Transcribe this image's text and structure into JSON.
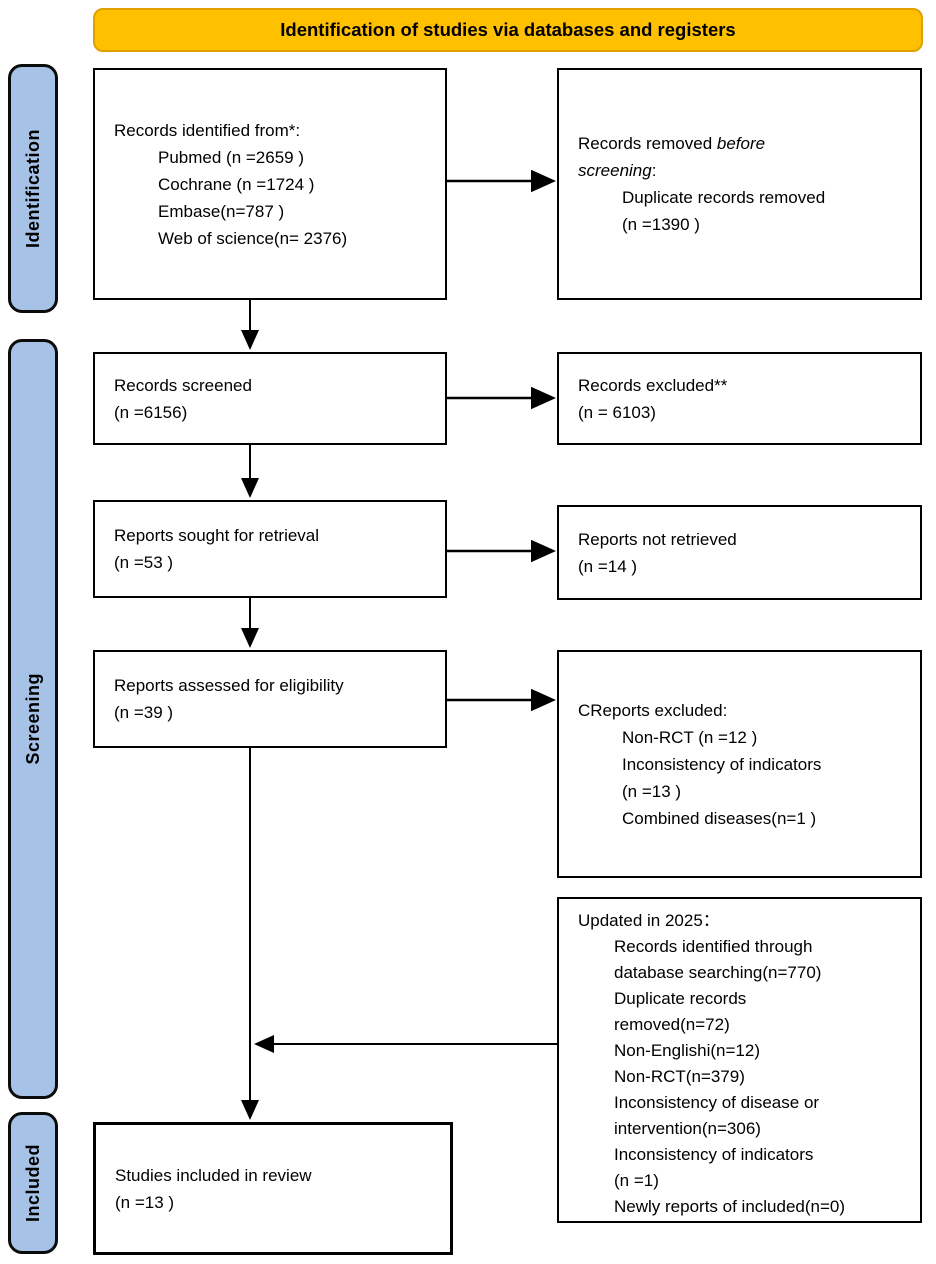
{
  "banner": {
    "title": "Identification of studies via databases and registers"
  },
  "colors": {
    "banner_fill": "#FFC000",
    "banner_border": "#DFA000",
    "stage_fill": "#A6C3E7",
    "box_border": "#000000",
    "arrow": "#000000"
  },
  "stages": {
    "identification": "Identification",
    "screening": "Screening",
    "included": "Included"
  },
  "boxes": {
    "identified": {
      "title": "Records identified from*:",
      "items": [
        "Pubmed (n =2659 )",
        "Cochrane (n =1724 )",
        "Embase(n=787 )",
        "Web of science(n= 2376)"
      ]
    },
    "removed": {
      "l1_normal": "Records removed ",
      "l1_italic": "before",
      "l2_italic": "screening",
      "l2_normal": ":",
      "items": [
        "Duplicate records removed",
        "(n =1390 )"
      ]
    },
    "screened": {
      "lines": [
        "Records screened",
        "(n =6156)"
      ]
    },
    "excluded": {
      "lines": [
        "Records excluded**",
        "(n = 6103)"
      ]
    },
    "sought": {
      "lines": [
        "Reports sought for retrieval",
        "(n =53 )"
      ]
    },
    "not_retrieved": {
      "lines": [
        "Reports not retrieved",
        "(n =14 )"
      ]
    },
    "assessed": {
      "lines": [
        "Reports assessed for eligibility",
        "(n =39 )"
      ]
    },
    "reports_excluded": {
      "title": "CReports excluded:",
      "items": [
        "Non-RCT (n =12 )",
        "Inconsistency of indicators",
        "(n =13 )",
        "Combined diseases(n=1 )"
      ]
    },
    "updated": {
      "title": "Updated in 2025：",
      "items": [
        "Records identified through",
        "database searching(n=770)",
        "Duplicate records",
        "removed(n=72)",
        "Non-Englishi(n=12)",
        "Non-RCT(n=379)",
        "Inconsistency of disease or",
        "intervention(n=306)",
        "Inconsistency of indicators",
        "(n =1)",
        "Newly reports of included(n=0)"
      ]
    },
    "included_review": {
      "lines": [
        "Studies included in review",
        "(n =13 )"
      ]
    }
  }
}
